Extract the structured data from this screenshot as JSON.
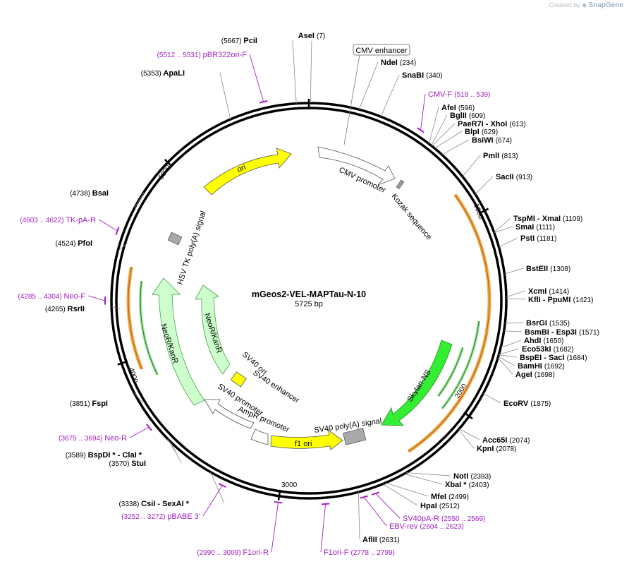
{
  "credit": {
    "prefix": "Created by",
    "brand": "SnapGene"
  },
  "plasmid": {
    "name": "mGeos2-VEL-MAPTau-N-10",
    "length": "5725 bp",
    "length_bp": 5725
  },
  "colors": {
    "primer": "#a020c0",
    "ori": "#ffff00",
    "neo": "#ccffcc",
    "skylan": "#33ee33",
    "orange_outline": "#f7a84a",
    "green_arrow": "#2a8a2a"
  },
  "ticks": [
    {
      "label": "1000",
      "bp": 1000
    },
    {
      "label": "2000",
      "bp": 2000
    },
    {
      "label": "3000",
      "bp": 3000
    },
    {
      "label": "4000",
      "bp": 4000
    },
    {
      "label": "5000",
      "bp": 5000
    }
  ],
  "enzymes": [
    {
      "name": "AseI",
      "pos": "(7)",
      "bp": 7
    },
    {
      "name": "PciI",
      "pos": "(5667)",
      "bp": 5667
    },
    {
      "name": "ApaLI",
      "pos": "(5353)",
      "bp": 5353
    },
    {
      "name": "NdeI",
      "pos": "(234)",
      "bp": 234
    },
    {
      "name": "SnaBI",
      "pos": "(340)",
      "bp": 340
    },
    {
      "name": "AfeI",
      "pos": "(596)",
      "bp": 596
    },
    {
      "name": "BglII",
      "pos": "(609)",
      "bp": 609
    },
    {
      "name": "PaeR7I - XhoI",
      "pos": "(613)",
      "bp": 613
    },
    {
      "name": "BlpI",
      "pos": "(629)",
      "bp": 629
    },
    {
      "name": "BsiWI",
      "pos": "(674)",
      "bp": 674
    },
    {
      "name": "PmlI",
      "pos": "(813)",
      "bp": 813
    },
    {
      "name": "SacII",
      "pos": "(913)",
      "bp": 913
    },
    {
      "name": "TspMI - XmaI",
      "pos": "(1109)",
      "bp": 1109
    },
    {
      "name": "SmaI",
      "pos": "(1111)",
      "bp": 1111
    },
    {
      "name": "PstI",
      "pos": "(1181)",
      "bp": 1181
    },
    {
      "name": "BstEII",
      "pos": "(1308)",
      "bp": 1308
    },
    {
      "name": "XcmI",
      "pos": "(1414)",
      "bp": 1414
    },
    {
      "name": "KflI - PpuMI",
      "pos": "(1421)",
      "bp": 1421
    },
    {
      "name": "BsrGI",
      "pos": "(1535)",
      "bp": 1535
    },
    {
      "name": "BsmBI - Esp3I",
      "pos": "(1571)",
      "bp": 1571
    },
    {
      "name": "AhdI",
      "pos": "(1650)",
      "bp": 1650
    },
    {
      "name": "Eco53kI",
      "pos": "(1682)",
      "bp": 1682
    },
    {
      "name": "BspEI - SacI",
      "pos": "(1684)",
      "bp": 1684
    },
    {
      "name": "BamHI",
      "pos": "(1692)",
      "bp": 1692
    },
    {
      "name": "AgeI",
      "pos": "(1698)",
      "bp": 1698
    },
    {
      "name": "EcoRV",
      "pos": "(1875)",
      "bp": 1875
    },
    {
      "name": "Acc65I",
      "pos": "(2074)",
      "bp": 2074
    },
    {
      "name": "KpnI",
      "pos": "(2078)",
      "bp": 2078
    },
    {
      "name": "NotI",
      "pos": "(2393)",
      "bp": 2393
    },
    {
      "name": "XbaI *",
      "pos": "(2403)",
      "bp": 2403
    },
    {
      "name": "MfeI",
      "pos": "(2499)",
      "bp": 2499
    },
    {
      "name": "HpaI",
      "pos": "(2512)",
      "bp": 2512
    },
    {
      "name": "AflII",
      "pos": "(2631)",
      "bp": 2631
    },
    {
      "name": "CsiI - SexAI *",
      "pos": "(3338)",
      "bp": 3338
    },
    {
      "name": "StuI",
      "pos": "(3570)",
      "bp": 3570
    },
    {
      "name": "BspDI * - ClaI *",
      "pos": "(3589)",
      "bp": 3589
    },
    {
      "name": "FspI",
      "pos": "(3851)",
      "bp": 3851
    },
    {
      "name": "RsrII",
      "pos": "(4265)",
      "bp": 4265
    },
    {
      "name": "PfoI",
      "pos": "(4524)",
      "bp": 4524
    },
    {
      "name": "BsaI",
      "pos": "(4738)",
      "bp": 4738
    }
  ],
  "primers": [
    {
      "name": "pBR322ori-F",
      "pos": "(5512 .. 5531)",
      "bp": 5521
    },
    {
      "name": "CMV-F",
      "pos": "(519 .. 539)",
      "bp": 529
    },
    {
      "name": "TK-pA-R",
      "pos": "(4603 .. 4622)",
      "bp": 4612
    },
    {
      "name": "Neo-F",
      "pos": "(4285 .. 4304)",
      "bp": 4294
    },
    {
      "name": "Neo-R",
      "pos": "(3675 .. 3694)",
      "bp": 3684
    },
    {
      "name": "pBABE 3'",
      "pos": "(3252 .. 3272)",
      "bp": 3262
    },
    {
      "name": "F1ori-R",
      "pos": "(2990 .. 3009)",
      "bp": 3000
    },
    {
      "name": "F1ori-F",
      "pos": "(2778 .. 2799)",
      "bp": 2788
    },
    {
      "name": "EBV-rev",
      "pos": "(2604 .. 2623)",
      "bp": 2613
    },
    {
      "name": "SV40pA-R",
      "pos": "(2550 .. 2569)",
      "bp": 2559
    }
  ],
  "features": [
    {
      "name": "CMV enhancer",
      "kind": "boxed-label"
    },
    {
      "name": "CMV promoter",
      "kind": "arrow"
    },
    {
      "name": "Kozak sequence",
      "kind": "box"
    },
    {
      "name": "Skylan-NS",
      "kind": "arrow"
    },
    {
      "name": "SV40 poly(A) signal",
      "kind": "box"
    },
    {
      "name": "f1 ori",
      "kind": "arrow"
    },
    {
      "name": "AmpR promoter",
      "kind": "arrow"
    },
    {
      "name": "SV40 promoter",
      "kind": "arrow"
    },
    {
      "name": "SV40 ori",
      "kind": "box"
    },
    {
      "name": "SV40 enhancer",
      "kind": "label"
    },
    {
      "name": "NeoR/KanR",
      "kind": "arrow"
    },
    {
      "name": "NeoR/KanR",
      "kind": "arrow"
    },
    {
      "name": "HSV TK poly(A) signal",
      "kind": "box"
    },
    {
      "name": "ori",
      "kind": "arrow"
    }
  ]
}
